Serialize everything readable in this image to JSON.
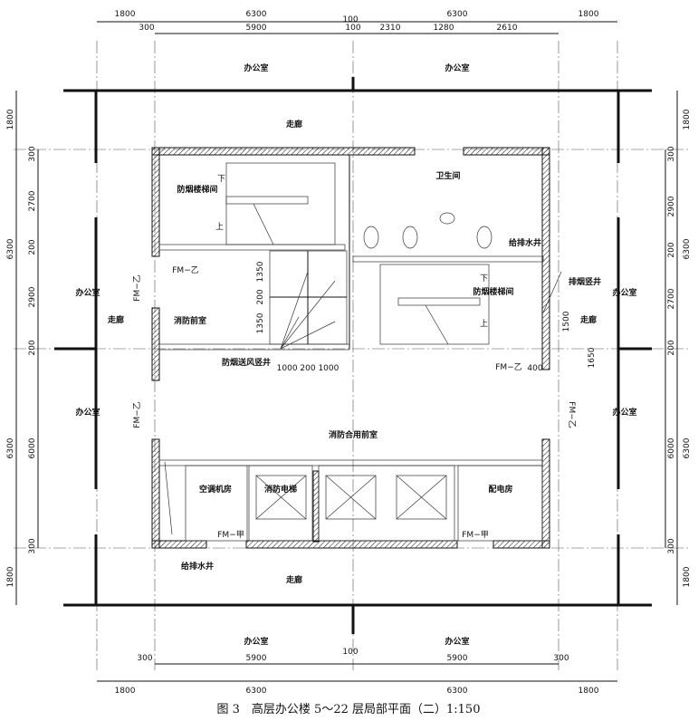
{
  "caption": "图 3　高层办公楼 5～22 层局部平面（二）1:150",
  "dims": {
    "top_outer": [
      "1800",
      "6300",
      "6300",
      "1800"
    ],
    "top_inner": [
      "300",
      "5900",
      "100",
      "100",
      "2310",
      "1280",
      "2610"
    ],
    "bottom_outer": [
      "1800",
      "6300",
      "6300",
      "1800"
    ],
    "bottom_inner": [
      "300",
      "5900",
      "100",
      "5900",
      "300"
    ],
    "left_outer": [
      "1800",
      "6300",
      "6300",
      "1800"
    ],
    "left_inner": [
      "300",
      "2700",
      "200",
      "2900",
      "200",
      "6000",
      "300"
    ],
    "right_outer": [
      "1800",
      "6300",
      "6300",
      "1800"
    ],
    "right_inner": [
      "300",
      "2900",
      "200",
      "2700",
      "200",
      "6000",
      "300"
    ],
    "shaft_h": [
      "1350",
      "200",
      "1350"
    ],
    "shaft_w": "1000 200 1000",
    "d400": "400",
    "d1500": "1500",
    "d1650": "1650"
  },
  "rooms": {
    "office": "办公室",
    "corridor": "走廊",
    "stair": "防烟楼梯间",
    "toilet": "卫生间",
    "water_shaft": "给排水井",
    "fire_anteroom": "消防前室",
    "pressure_shaft": "防烟送风竖井",
    "smoke_shaft": "排烟竖井",
    "shared_anteroom": "消防合用前室",
    "ac_room": "空调机房",
    "fire_elevator": "消防电梯",
    "power_room": "配电房"
  },
  "doors": {
    "fm_b": "FM−乙",
    "fm_a": "FM−甲"
  },
  "stairs": {
    "up": "上",
    "down": "下"
  }
}
